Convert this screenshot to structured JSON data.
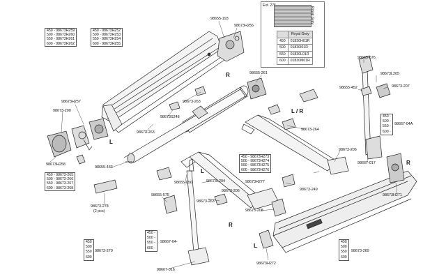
{
  "fabric_panel": {
    "ext_label": "Ext. 275",
    "color_name": "Royal Grey",
    "column_header": "Royal Grey",
    "rows": [
      {
        "size": "450",
        "code": "01830H01R"
      },
      {
        "size": "500",
        "code": "01830I01R"
      },
      {
        "size": "550",
        "code": "01830L01R"
      },
      {
        "size": "600",
        "code": "01830M01R"
      }
    ]
  },
  "tables": {
    "left_top": [
      "450 - 98673H259",
      "500 - 98673H260",
      "550 - 98673H261",
      "600 - 98673H262"
    ],
    "mid_top": [
      "450 - 98673H252",
      "500 - 98673H253",
      "550 - 98673H254",
      "600 - 98673H255"
    ],
    "left_mid": [
      "450 - 98673-265",
      "500 - 98673-266",
      "550 - 98673-267",
      "600 - 98673-268"
    ],
    "center": [
      "450 - 98673H273",
      "500 - 98673H274",
      "550 - 98673H275",
      "600 - 98673H276"
    ]
  },
  "size_boxes": {
    "bottom_left": {
      "sizes": [
        "450",
        "500",
        "550",
        "600"
      ],
      "code": "98673-270"
    },
    "bottom_mid": {
      "sizes": [
        "450 -",
        "500 -",
        "550 -",
        "600 -"
      ],
      "code": "98667-04-"
    },
    "right_mid": {
      "sizes": [
        "450 -",
        "500 -",
        "550 -",
        "600 -"
      ],
      "code": "98667-04A"
    },
    "bottom_right": {
      "sizes": [
        "450",
        "500",
        "550",
        "600"
      ],
      "code": "98673-269"
    }
  },
  "labels": {
    "p1": "98655-193",
    "p2": "98673H256",
    "p3": "98655-261",
    "p4": "98655-576",
    "p5": "98673L205",
    "p6": "98655-452",
    "p7": "98673-207",
    "p8": "98673H257",
    "p9": "98673-200",
    "p10": "98673-263",
    "p11": "98673S248",
    "p12": "98673-263",
    "p13": "98673-263",
    "p14": "98673-264",
    "p15": "98673H258",
    "p16": "98655-433",
    "p17": "98673-206",
    "p18": "98667-017",
    "p19": "98655-050",
    "p20": "98673L204",
    "p21": "98673-206",
    "p22": "98673H277",
    "p23": "98673-249",
    "p24": "98655-575",
    "p25": "98673-278",
    "p26": "(2 pcs)",
    "p27": "98673-208",
    "p28": "98673H271",
    "p29": "98667-016",
    "p30": "98673H272"
  },
  "side_letters": {
    "r1": "R",
    "l1": "L",
    "lr": "L / R",
    "r2": "R",
    "l2": "L",
    "r3": "R",
    "l3": "L"
  }
}
